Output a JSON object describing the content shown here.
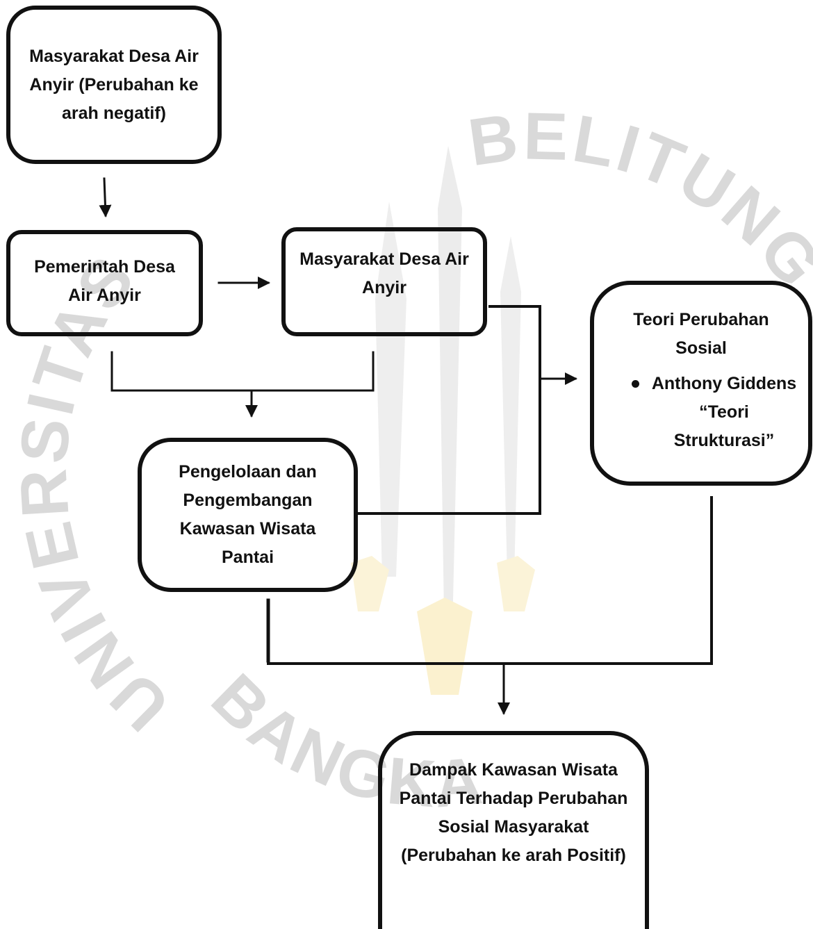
{
  "nodes": {
    "top": {
      "lines": [
        "Masyarakat Desa Air",
        "Anyir (Perubahan ke",
        "arah negatif)"
      ]
    },
    "pemerintah": {
      "lines": [
        "Pemerintah Desa",
        "Air Anyir"
      ]
    },
    "masyarakat": {
      "lines": [
        "Masyarakat Desa Air",
        "Anyir"
      ]
    },
    "teori": {
      "title_lines": [
        "Teori Perubahan",
        "Sosial"
      ],
      "bullet_lines": [
        "Anthony Giddens",
        "“Teori",
        "Strukturasi”"
      ]
    },
    "pengelolaan": {
      "lines": [
        "Pengelolaan dan",
        "Pengembangan",
        "Kawasan Wisata",
        "Pantai"
      ]
    },
    "dampak": {
      "lines": [
        "Dampak Kawasan Wisata",
        "Pantai Terhadap Perubahan",
        "Sosial Masyarakat",
        "(Perubahan ke arah Positif)"
      ]
    }
  },
  "watermark": {
    "text_left": "UNIVERSITAS",
    "text_bottom": "BANGKA",
    "text_right": "BELITUNG",
    "colors": {
      "text": "#d9d9d9",
      "emblem": "#e8e8e8",
      "accent": "#fbefc4"
    }
  },
  "colors": {
    "stroke": "#111111",
    "text": "#111111",
    "background": "#ffffff"
  }
}
